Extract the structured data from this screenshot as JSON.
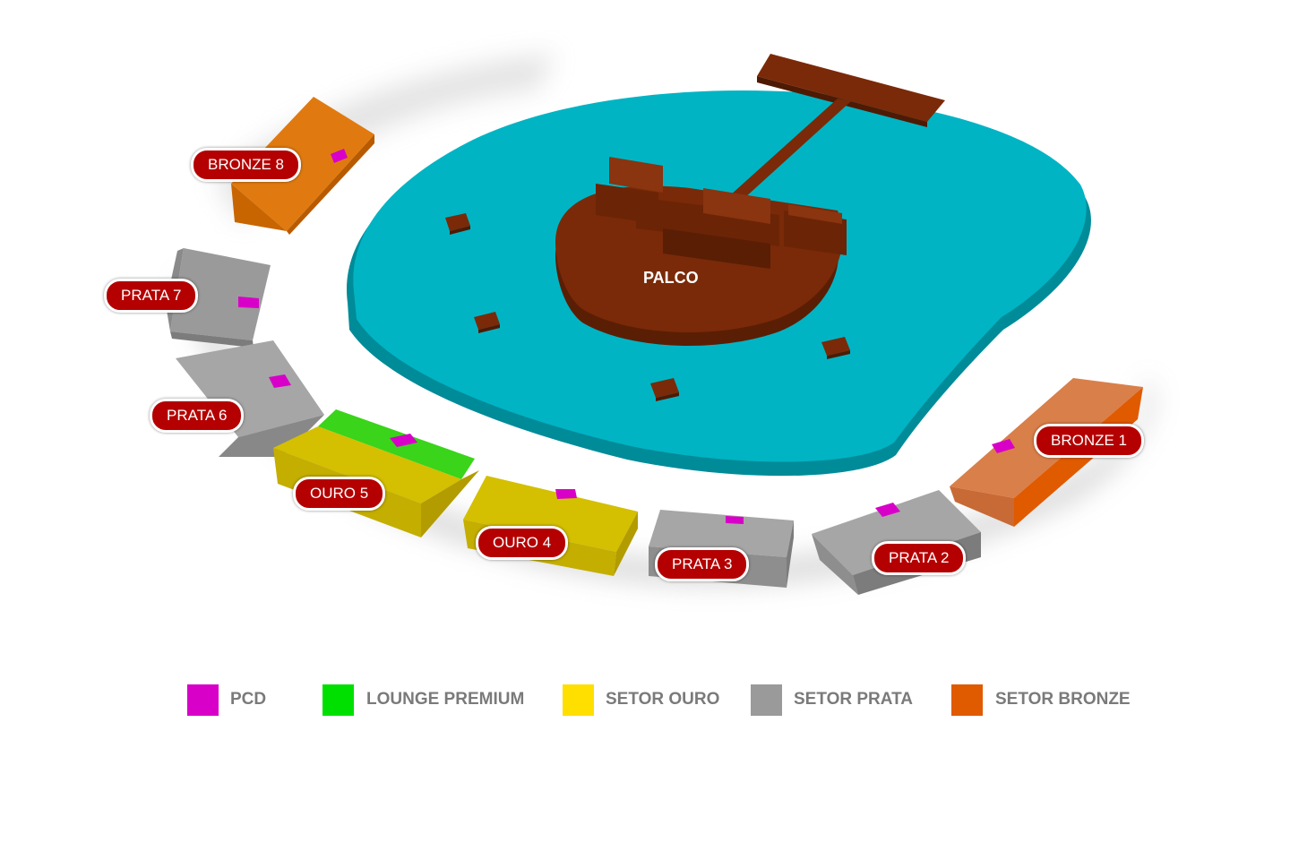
{
  "stage": {
    "label": "PALCO"
  },
  "sectors": [
    {
      "id": "bronze-8",
      "label": "BRONZE 8"
    },
    {
      "id": "prata-7",
      "label": "PRATA 7"
    },
    {
      "id": "prata-6",
      "label": "PRATA 6"
    },
    {
      "id": "ouro-5",
      "label": "OURO 5"
    },
    {
      "id": "ouro-4",
      "label": "OURO 4"
    },
    {
      "id": "prata-3",
      "label": "PRATA 3"
    },
    {
      "id": "prata-2",
      "label": "PRATA 2"
    },
    {
      "id": "bronze-1",
      "label": "BRONZE 1"
    }
  ],
  "legend": [
    {
      "label": "PCD",
      "color": "#d800c8"
    },
    {
      "label": "LOUNGE PREMIUM",
      "color": "#00e000"
    },
    {
      "label": "SETOR OURO",
      "color": "#ffdf00"
    },
    {
      "label": "SETOR PRATA",
      "color": "#9a9a9a"
    },
    {
      "label": "SETOR BRONZE",
      "color": "#e05a00"
    }
  ],
  "colors": {
    "floor": "#00b4c4",
    "stage": "#7a2a08",
    "label_bg": "#b40000",
    "pcd": "#d800c8"
  }
}
